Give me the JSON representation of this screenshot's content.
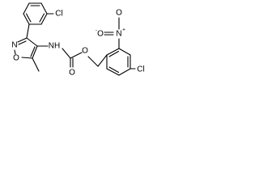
{
  "molecule": {
    "atoms": {
      "cl_top": "Cl",
      "n_isoxazole": "N",
      "o_isoxazole": "O",
      "nh": "NH",
      "o_carbamate_carbonyl": "O",
      "o_carbamate_ester": "O",
      "n_nitro": "N",
      "o_nitro_left": "O",
      "o_nitro_top": "O",
      "cl_bottom": "Cl"
    },
    "charges": {
      "nitro_n": "+",
      "nitro_o": "-"
    },
    "accent_color": "#000000",
    "background_color": "#ffffff"
  }
}
